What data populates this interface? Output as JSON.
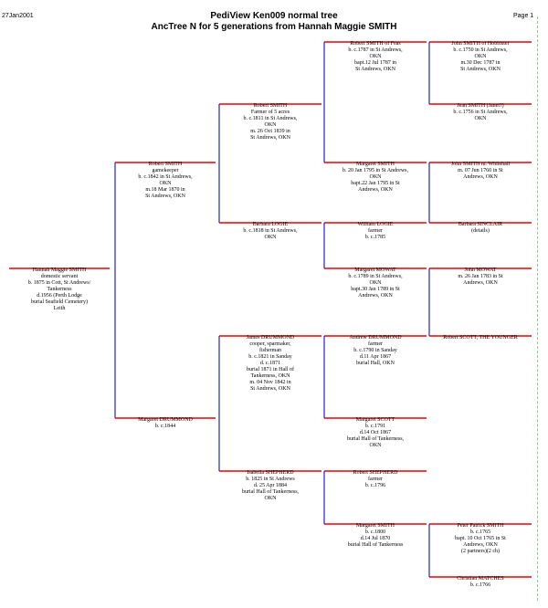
{
  "header": {
    "date": "27Jan2001",
    "title": "PediView Ken009 normal tree",
    "subtitle": "AncTree N for 5 generations from Hannah Maggie SMITH",
    "page": "Page 1"
  },
  "people": [
    {
      "id": "p1",
      "gen": 0,
      "lines": [
        "Hannah Maggie SMITH",
        "domestic servant",
        "b. 1875 in Cott, St Andrews/",
        "Tankerness",
        "d.1956 (Perth Lodge",
        "burial Seafield Cemetery)",
        "Leith"
      ]
    },
    {
      "id": "p2",
      "gen": 1,
      "lines": [
        "Robert SMITH",
        "gamekeeper",
        "b. c.1842 in St Andrews,",
        "OKN",
        "m.18 Mar 1870 in",
        "St Andrews, OKN"
      ]
    },
    {
      "id": "p3",
      "gen": 1,
      "lines": [
        "Margaret DRUMMOND",
        "b. c.1844"
      ]
    },
    {
      "id": "p4",
      "gen": 2,
      "lines": [
        "Robert SMITH",
        "Farmer of 5 acres",
        "b. c.1811 in St Andrews,",
        "OKN",
        "m. 26 Oct 1839 in",
        "St Andrews, OKN"
      ]
    },
    {
      "id": "p5",
      "gen": 2,
      "lines": [
        "Barbara LOGIE",
        "b. c.1818 in St Andrews,",
        "OKN"
      ]
    },
    {
      "id": "p6",
      "gen": 2,
      "lines": [
        "James DRUMMOND",
        "cooper, sparmaker,",
        "fisherman",
        "b. c.1821 in Sanday",
        "d. c.1871",
        "burial 1871 in Hall of",
        "Tankerness, OKN",
        "m. 04 Nov 1842 in",
        "St Andrews, OKN"
      ]
    },
    {
      "id": "p7",
      "gen": 2,
      "lines": [
        "Isabella SHEPHERD",
        "b. 1825 in St Andrews",
        "d. 25 Apr 1884",
        "burial Hall of Tankerness,",
        "OKN"
      ]
    },
    {
      "id": "p8",
      "gen": 3,
      "lines": [
        "Robert SMITH of Feas",
        "b. c.1787 in St Andrews,",
        "OKN",
        "bapt.12 Jul 1787 in",
        "St Andrews, OKN"
      ]
    },
    {
      "id": "p9",
      "gen": 3,
      "lines": [
        "Margaret SMITH",
        "b. 20 Jan 1795 in St Andrews,",
        "OKN",
        "bapt.22 Jan 1795 in St",
        "Andrews, OKN"
      ]
    },
    {
      "id": "p10",
      "gen": 3,
      "lines": [
        "William LOGIE",
        "farmer",
        "b. c.1785"
      ]
    },
    {
      "id": "p11",
      "gen": 3,
      "lines": [
        "Margaret MOWAT",
        "b. c.1789 in St Andrews,",
        "OKN",
        "bapt.30 Jan 1789 in St",
        "Andrews, OKN"
      ]
    },
    {
      "id": "p12",
      "gen": 3,
      "lines": [
        "Andrew DRUMMOND",
        "farmer",
        "b. c.1790 in Sanday",
        "d.11 Apr 1867",
        "burial Hall, OKN"
      ]
    },
    {
      "id": "p13",
      "gen": 3,
      "lines": [
        "Margaret SCOTT",
        "b. c.1791",
        "d.14 Oct 1867",
        "burial Hall of Tankerness,",
        "OKN"
      ]
    },
    {
      "id": "p14",
      "gen": 3,
      "lines": [
        "Robert SHEPHERD",
        "farmer",
        "b. c.1796"
      ]
    },
    {
      "id": "p15",
      "gen": 3,
      "lines": [
        "Margaret SMITH",
        "b. c.1800",
        "d.14 Jul 1870",
        "burial Hall of Tankerness"
      ]
    },
    {
      "id": "p16",
      "gen": 4,
      "lines": [
        "John SMITH of Hobbister",
        "b. c.1750 in St Andrews,",
        "OKN",
        "m.30 Dec 1787 in",
        "St Andrews, OKN"
      ]
    },
    {
      "id": "p17",
      "gen": 4,
      "lines": [
        "Jean SMITH (Janet?)",
        "b. c.1756 in St Andrews,",
        "OKN"
      ]
    },
    {
      "id": "p18",
      "gen": 4,
      "lines": [
        "John SMITH m. Whitehall",
        "m. 07 Jun 1760 in St",
        "Andrews, OKN"
      ]
    },
    {
      "id": "p19",
      "gen": 4,
      "lines": [
        "Barbara SINCLAIR",
        "(details)"
      ]
    },
    {
      "id": "p20",
      "gen": 4,
      "lines": [
        "John MOWAT",
        "m. 26 Jan 1783 in St",
        "Andrews, OKN"
      ]
    },
    {
      "id": "p21",
      "gen": 4,
      "lines": [
        "Robert SCOTT, THE YOUNGER"
      ]
    },
    {
      "id": "p22",
      "gen": 4,
      "lines": [
        "Peter Patrick SMITH",
        "b. c.1765",
        "bapt. 10 Oct 1765 in St",
        "Andrews, OKN",
        "(2 partners)(2 ch)"
      ]
    },
    {
      "id": "p23",
      "gen": 4,
      "lines": [
        "Christian MATCHES",
        "b. c.1766"
      ]
    }
  ]
}
